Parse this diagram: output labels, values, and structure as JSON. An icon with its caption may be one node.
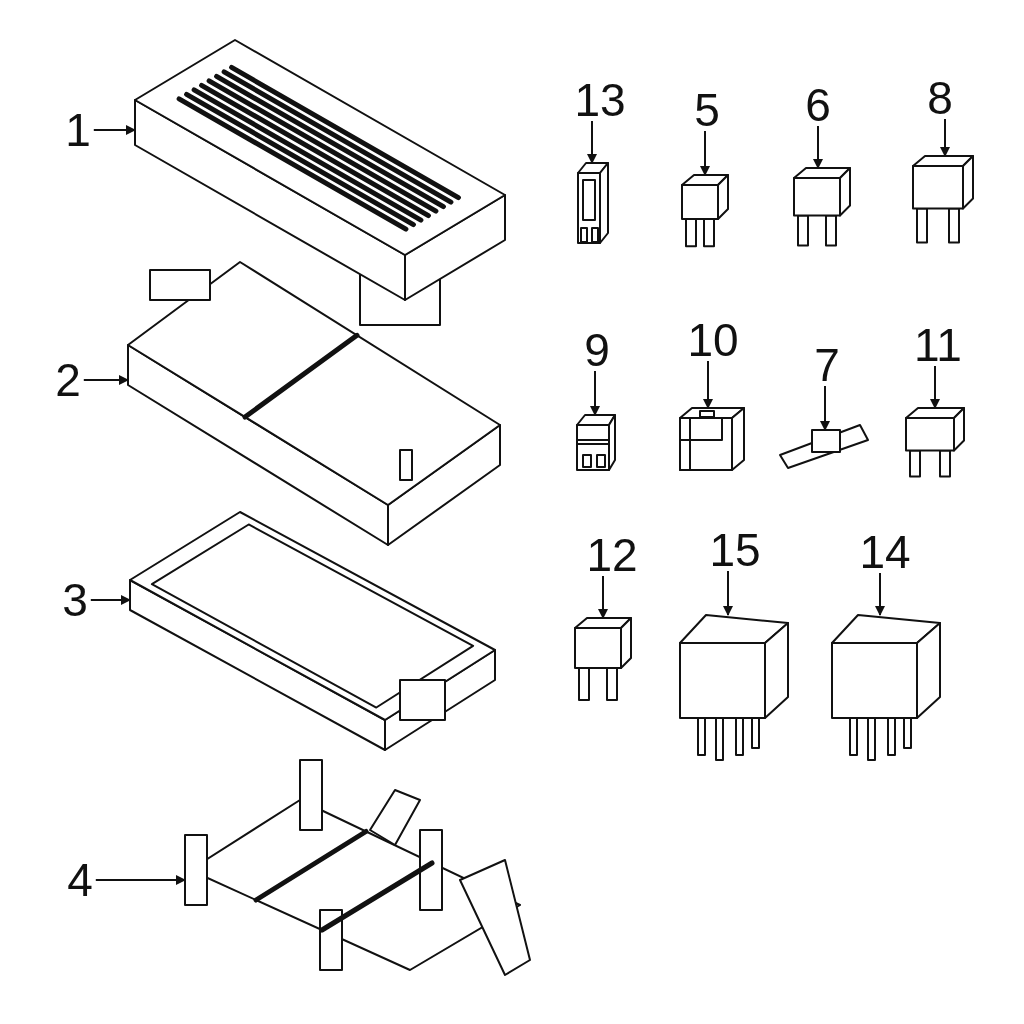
{
  "diagram": {
    "nodes": [
      {
        "text": [
          "1"
        ]
      },
      {
        "text": [
          "2"
        ]
      },
      {
        "text": [
          "3"
        ]
      },
      {
        "text": [
          "4"
        ]
      },
      {
        "text": [
          "5"
        ]
      },
      {
        "text": [
          "6"
        ]
      },
      {
        "text": [
          "7"
        ]
      },
      {
        "text": [
          "8"
        ]
      },
      {
        "text": [
          "9"
        ]
      },
      {
        "text": [
          "10"
        ]
      },
      {
        "text": [
          "11"
        ]
      },
      {
        "text": [
          "12"
        ]
      },
      {
        "text": [
          "13"
        ]
      },
      {
        "text": [
          "14"
        ]
      },
      {
        "text": [
          "15"
        ]
      },
      {
        "text": [],
        "shape": "picture"
      },
      {
        "text": [],
        "shape": "picture"
      },
      {
        "text": [],
        "shape": "picture"
      },
      {
        "text": [],
        "shape": "picture"
      },
      {
        "text": [],
        "shape": "picture"
      },
      {
        "text": [],
        "shape": "picture"
      },
      {
        "text": [],
        "shape": "picture"
      },
      {
        "text": [],
        "shape": "picture"
      },
      {
        "text": [],
        "shape": "picture"
      },
      {
        "text": [],
        "shape": "picture"
      },
      {
        "text": [],
        "shape": "picture"
      },
      {
        "text": [],
        "shape": "picture"
      },
      {
        "text": [],
        "shape": "picture"
      },
      {
        "text": [],
        "shape": "picture"
      },
      {
        "text": [],
        "shape": "picture"
      }
    ],
    "edges": [
      {
        "from": 0,
        "to": 15,
        "arrow": "to"
      },
      {
        "from": 1,
        "to": 16,
        "arrow": "to"
      },
      {
        "from": 2,
        "to": 17,
        "arrow": "to"
      },
      {
        "from": 3,
        "to": 18,
        "arrow": "to"
      },
      {
        "from": 4,
        "to": 19,
        "arrow": "to"
      },
      {
        "from": 5,
        "to": 20,
        "arrow": "to"
      },
      {
        "from": 6,
        "to": 21,
        "arrow": "to"
      },
      {
        "from": 7,
        "to": 22,
        "arrow": "to"
      },
      {
        "from": 8,
        "to": 23,
        "arrow": "to"
      },
      {
        "from": 9,
        "to": 24,
        "arrow": "to"
      },
      {
        "from": 10,
        "to": 25,
        "arrow": "to"
      },
      {
        "from": 11,
        "to": 26,
        "arrow": "to"
      },
      {
        "from": 12,
        "to": 27,
        "arrow": "to"
      },
      {
        "from": 13,
        "to": 28,
        "arrow": "to"
      },
      {
        "from": 14,
        "to": 29,
        "arrow": "to"
      }
    ]
  }
}
